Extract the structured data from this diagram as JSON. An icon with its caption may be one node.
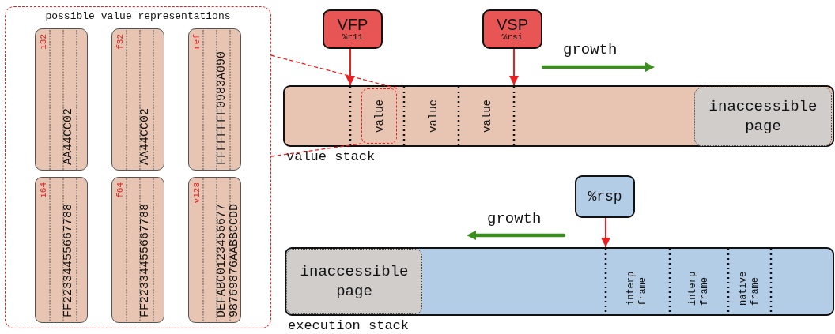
{
  "diagram": {
    "nodes": [
      {
        "text": [
          "possible value representations"
        ]
      },
      {
        "text": [
          "i32",
          "AA44CC02"
        ],
        "in": 0
      },
      {
        "text": [
          "f32",
          "AA44CC02"
        ],
        "in": 0
      },
      {
        "text": [
          "ref",
          "FFFFFFFF0983A090"
        ],
        "in": 0
      },
      {
        "text": [
          "i64",
          "FF22334455667788"
        ],
        "in": 0
      },
      {
        "text": [
          "f64",
          "FF22334455667788"
        ],
        "in": 0
      },
      {
        "text": [
          "v128",
          "DEFABC0123456677 98769876AABBCCDD"
        ],
        "in": 0
      },
      {
        "text": [
          "VFP",
          "%r11"
        ]
      },
      {
        "text": [
          "VSP",
          "%rsi"
        ]
      },
      {
        "text": [
          "value stack"
        ]
      },
      {
        "text": [
          "value"
        ],
        "in": 9
      },
      {
        "text": [
          "value"
        ],
        "in": 9
      },
      {
        "text": [
          "value"
        ],
        "in": 9
      },
      {
        "text": [
          "inaccessible page"
        ],
        "in": 9
      },
      {
        "text": [
          "%rsp"
        ]
      },
      {
        "text": [
          "execution stack"
        ]
      },
      {
        "text": [
          "inaccessible page"
        ],
        "in": 15
      },
      {
        "text": [
          "interp frame"
        ],
        "in": 15
      },
      {
        "text": [
          "interp frame"
        ],
        "in": 15
      },
      {
        "text": [
          "native frame"
        ],
        "in": 15
      }
    ],
    "edges": [
      {
        "from": 7,
        "to": 9,
        "arrow": "to"
      },
      {
        "from": 8,
        "to": 9,
        "arrow": "to"
      },
      {
        "from": 14,
        "to": 15,
        "arrow": "to"
      },
      {
        "from": 0,
        "to": 10,
        "arrow": "none",
        "style": "dashed"
      },
      {
        "from": 0,
        "to": 10,
        "arrow": "none",
        "style": "dashed"
      }
    ],
    "labels": [
      "growth",
      "growth"
    ]
  }
}
